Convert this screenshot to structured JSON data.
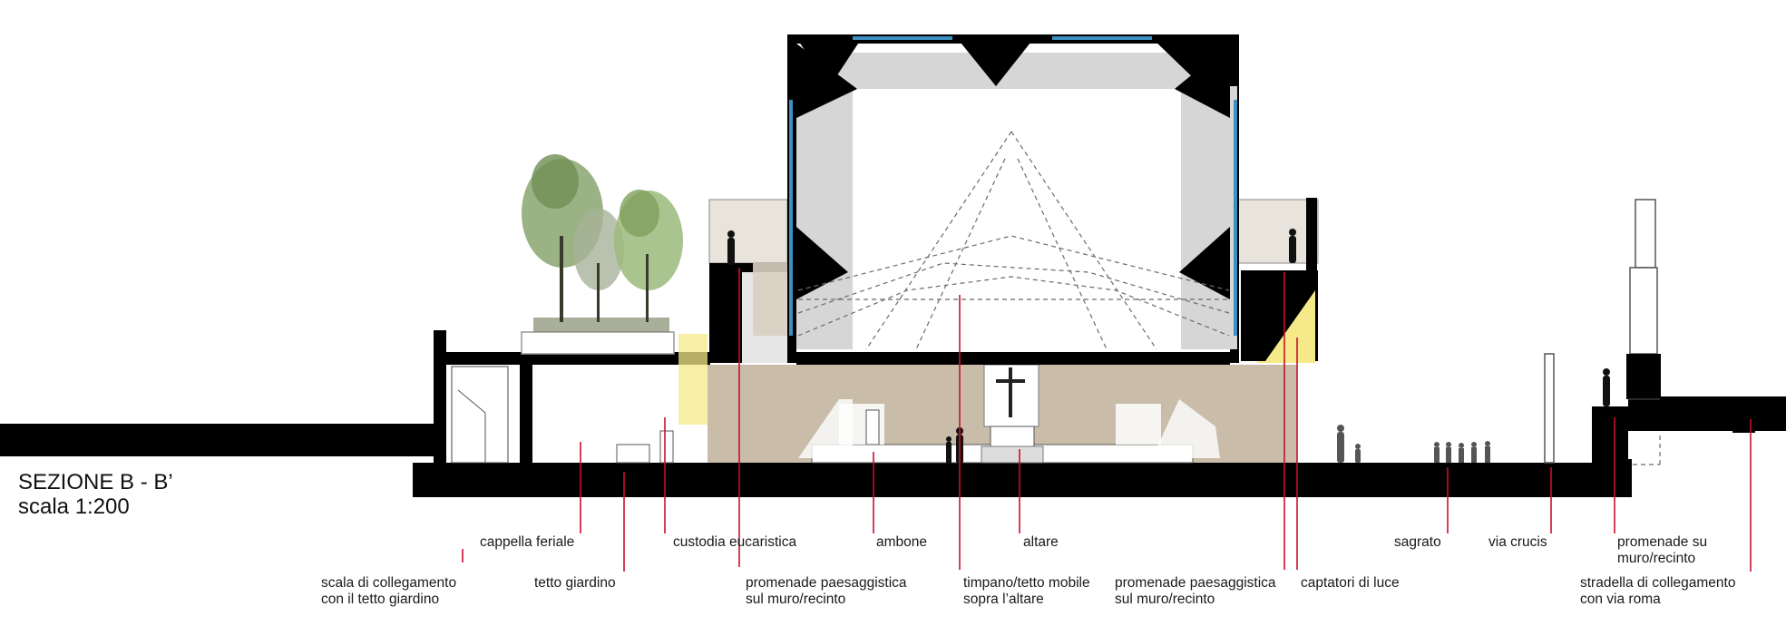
{
  "title": {
    "line1": "SEZIONE B - B’",
    "line2": "scala 1:200"
  },
  "labels": {
    "cappella_feriale": "cappella feriale",
    "scala": [
      "scala di collegamento",
      "con il tetto giardino"
    ],
    "tetto_giardino": "tetto giardino",
    "custodia": "custodia eucaristica",
    "promenade_left": [
      "promenade  paesaggistica",
      "sul muro/recinto"
    ],
    "ambone": "ambone",
    "timpano": [
      "timpano/tetto mobile",
      "sopra l’altare"
    ],
    "altare": "altare",
    "promenade_right": [
      "promenade  paesaggistica",
      "sul muro/recinto"
    ],
    "captatori": "captatori di luce",
    "sagrato": "sagrato",
    "via_crucis": "via crucis",
    "promenade_su": [
      "promenade  su",
      "muro/recinto"
    ],
    "stradella": [
      "stradella  di collegamento",
      "con via roma"
    ]
  },
  "colors": {
    "structure": "#000000",
    "panel": "#d6d6d6",
    "stone": "#c9bda9",
    "light": "#f6e98a",
    "leader": "#c8102e",
    "glass": "#3c8fc2"
  }
}
